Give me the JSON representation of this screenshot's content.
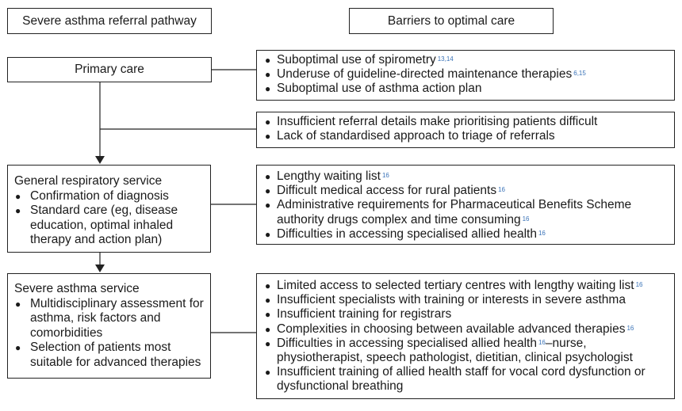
{
  "headers": {
    "left": "Severe asthma referral pathway",
    "right": "Barriers to optimal care"
  },
  "stages": {
    "primary": {
      "title": "Primary care"
    },
    "general": {
      "title": "General respiratory service",
      "items": [
        "Confirmation of diagnosis",
        "Standard care (eg, disease education, optimal inhaled therapy and action plan)"
      ]
    },
    "severe": {
      "title": "Severe asthma service",
      "items": [
        "Multidisciplinary assessment for asthma, risk factors and comorbidities",
        "Selection of patients most suitable for advanced therapies"
      ]
    }
  },
  "barriers": {
    "primary": [
      {
        "text": "Suboptimal use of spirometry",
        "ref": "13,14"
      },
      {
        "text": "Underuse of guideline-directed maintenance therapies",
        "ref": "6,15"
      },
      {
        "text": "Suboptimal use of asthma action plan",
        "ref": ""
      }
    ],
    "referral": [
      {
        "text": "Insufficient referral details make prioritising patients difficult",
        "ref": ""
      },
      {
        "text": "Lack of standardised approach to triage of referrals",
        "ref": ""
      }
    ],
    "general": [
      {
        "text": "Lengthy waiting list",
        "ref": "16"
      },
      {
        "text": "Difficult medical access for rural patients",
        "ref": "16"
      },
      {
        "text": "Administrative requirements for Pharmaceutical Benefits Scheme authority drugs complex and time consuming",
        "ref": "16"
      },
      {
        "text": "Difficulties in accessing specialised allied health",
        "ref": "16"
      }
    ],
    "severe": [
      {
        "text": "Limited access to selected tertiary centres with lengthy waiting list",
        "ref": "16"
      },
      {
        "text": "Insufficient specialists with training or interests in severe asthma",
        "ref": ""
      },
      {
        "text": "Insufficient training for registrars",
        "ref": ""
      },
      {
        "text": "Complexities in choosing between available advanced therapies",
        "ref": "16"
      },
      {
        "text": "Difficulties in accessing specialised allied health",
        "ref": "16",
        "tail": "–nurse, physiotherapist, speech pathologist, dietitian, clinical psychologist"
      },
      {
        "text": "Insufficient training of allied health staff for vocal cord dysfunction or dysfunctional breathing",
        "ref": ""
      }
    ]
  }
}
